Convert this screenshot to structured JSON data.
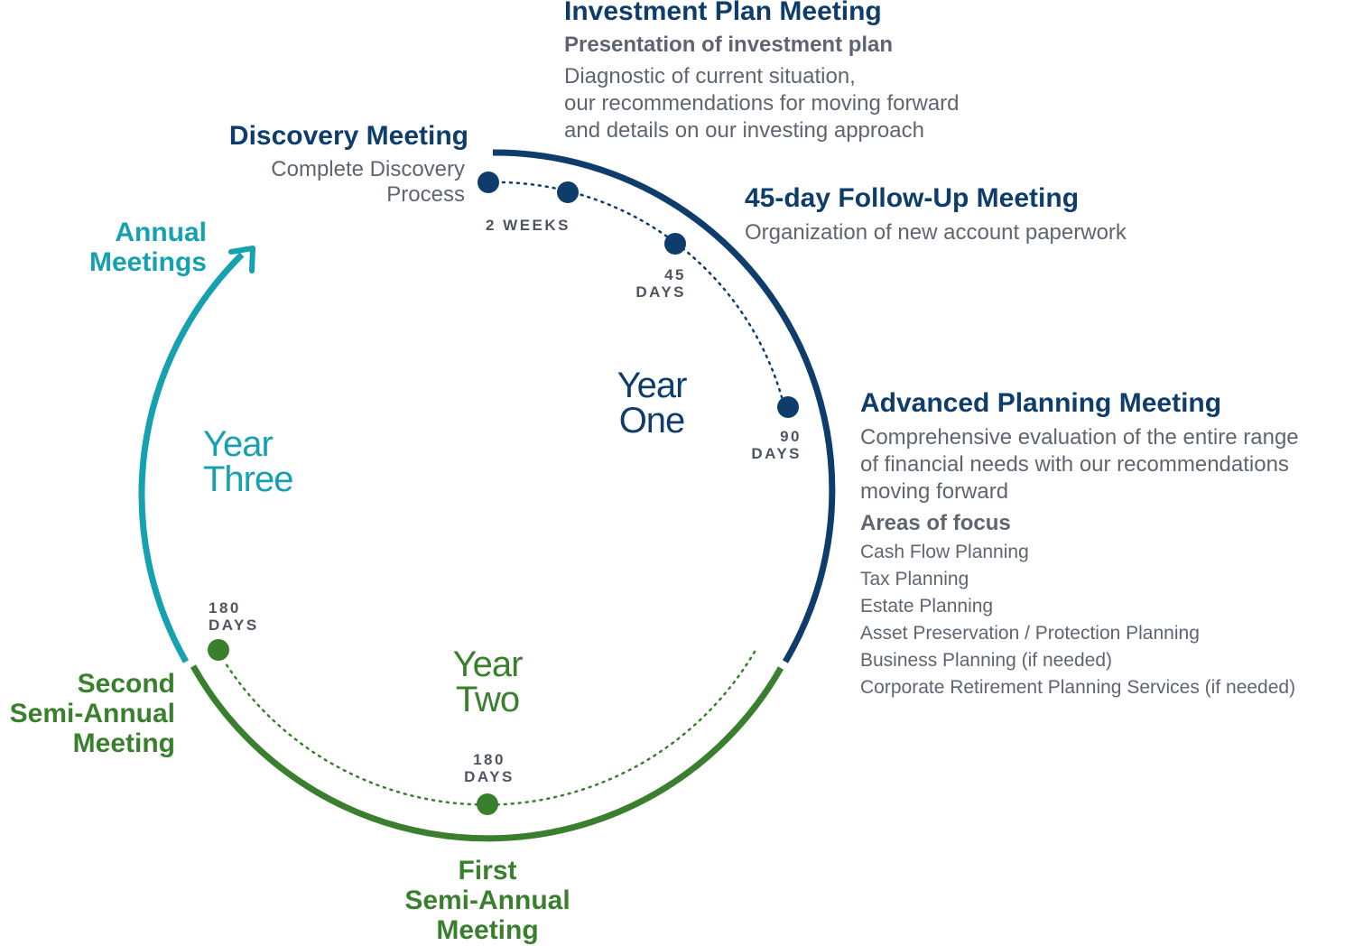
{
  "colors": {
    "year_one": "#0f3d6b",
    "year_two": "#3a7f2e",
    "year_three": "#16a1b1",
    "body_text": "#5f6570"
  },
  "investment_plan": {
    "title": "Investment Plan Meeting",
    "subtitle": "Presentation of investment plan",
    "details": [
      "Diagnostic of current situation,",
      "our recommendations for moving forward",
      "and details on our investing approach"
    ]
  },
  "discovery": {
    "title": "Discovery Meeting",
    "details": [
      "Complete Discovery",
      "Process"
    ]
  },
  "follow_up": {
    "title": "45-day Follow-Up Meeting",
    "detail": "Organization of new account paperwork"
  },
  "advanced_planning": {
    "title": "Advanced Planning Meeting",
    "details": [
      "Comprehensive evaluation of the entire range",
      "of financial needs with our recommendations",
      "moving forward"
    ],
    "areas_title": "Areas of focus",
    "areas": [
      "Cash Flow Planning",
      "Tax Planning",
      "Estate Planning",
      "Asset Preservation / Protection Planning",
      "Business Planning (if needed)",
      "Corporate Retirement Planning Services (if needed)"
    ]
  },
  "annual": {
    "lines": [
      "Annual",
      "Meetings"
    ]
  },
  "second_semi_annual": {
    "lines": [
      "Second",
      "Semi-Annual",
      "Meeting"
    ]
  },
  "first_semi_annual": {
    "lines": [
      "First",
      "Semi-Annual",
      "Meeting"
    ]
  },
  "milestones": {
    "two_weeks": [
      "2 WEEKS"
    ],
    "forty_five": [
      "45",
      "DAYS"
    ],
    "ninety": [
      "90",
      "DAYS"
    ],
    "one_eighty_bottom": [
      "180",
      "DAYS"
    ],
    "one_eighty_left": [
      "180",
      "DAYS"
    ]
  },
  "years": {
    "one": [
      "Year",
      "One"
    ],
    "two": [
      "Year",
      "Two"
    ],
    "three": [
      "Year",
      "Three"
    ]
  }
}
